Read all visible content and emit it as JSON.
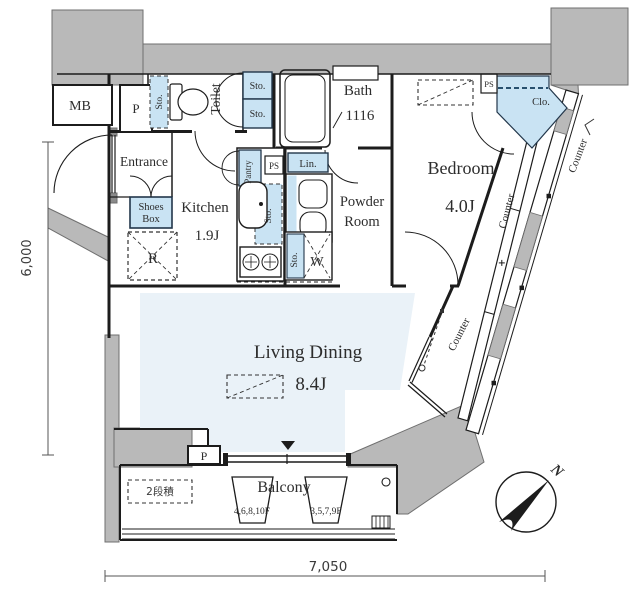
{
  "colors": {
    "wall_gray": "#b9b9b9",
    "wall_gray_stroke": "#6f6f6f",
    "storage_blue": "#c9e3f3",
    "floor_blue": "#eaf2f8",
    "line_black": "#1c1c1c",
    "text": "#2d2d2d"
  },
  "dimensions": {
    "height": "6,000",
    "width": "7,050"
  },
  "compass": {
    "north": "N"
  },
  "rooms": {
    "entrance": "Entrance",
    "kitchen_name": "Kitchen",
    "kitchen_size": "1.9J",
    "toilet": "Toilet",
    "bath_name": "Bath",
    "bath_size": "1116",
    "powder_line1": "Powder",
    "powder_line2": "Room",
    "bedroom_name": "Bedroom",
    "bedroom_size": "4.0J",
    "living_name": "Living Dining",
    "living_size": "8.4J",
    "balcony": "Balcony"
  },
  "storage": {
    "sto": "Sto.",
    "pantry": "Pantry",
    "linen": "Lin.",
    "closet": "Clo.",
    "shoes_line1": "Shoes",
    "shoes_line2": "Box",
    "washer": "W",
    "fridge": "R"
  },
  "utility": {
    "mb": "MB",
    "p": "P",
    "ps": "PS",
    "counter": "Counter"
  },
  "balcony_notes": {
    "stack": "2段積",
    "floors_even": "4,6,8,10F",
    "floors_odd": "3,5,7,9F"
  }
}
